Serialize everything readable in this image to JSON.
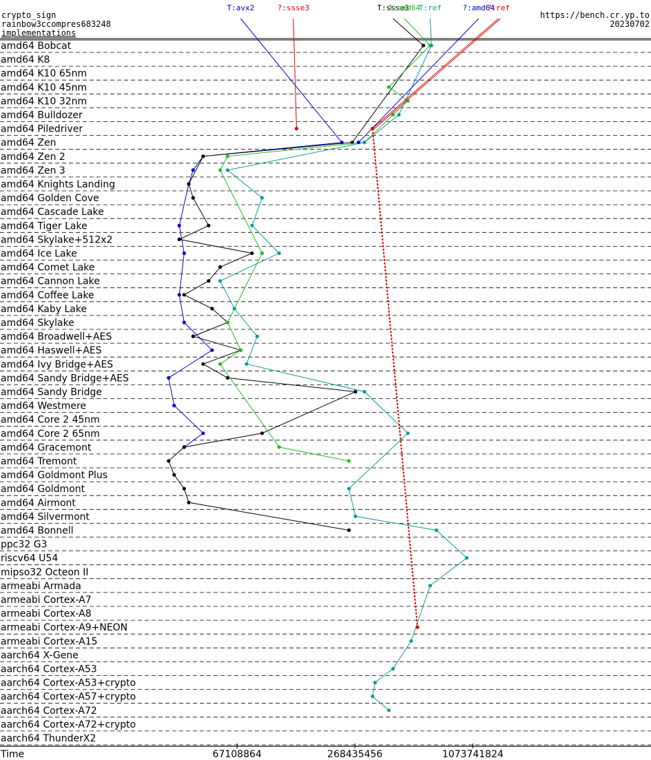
{
  "header": {
    "line1": "crypto_sign",
    "line2": "rainbow3ccompres683248",
    "line3": "implementations",
    "site": "https://bench.cr.yp.to",
    "date": "20230702"
  },
  "colors": {
    "avx2": "#0000cc",
    "ssse3_q": "#dd0000",
    "ssse3": "#000000",
    "amd64": "#22bb22",
    "ref": "#119999",
    "amd64_q": "#0000cc",
    "ref_q": "#dd0000"
  },
  "chart_data": {
    "type": "line",
    "orientation": "horizontal",
    "xlabel": "Time",
    "x_scale": "log2",
    "xlim": [
      4194304,
      8589934592
    ],
    "x_ticks": [
      67108864,
      268435456,
      1073741824
    ],
    "x_tick_labels": [
      "67108864",
      "268435456",
      "1073741824"
    ],
    "categories": [
      "amd64 Bobcat",
      "amd64 K8",
      "amd64 K10 65nm",
      "amd64 K10 45nm",
      "amd64 K10 32nm",
      "amd64 Bulldozer",
      "amd64 Piledriver",
      "amd64 Zen",
      "amd64 Zen 2",
      "amd64 Zen 3",
      "amd64 Knights Landing",
      "amd64 Golden Cove",
      "amd64 Cascade Lake",
      "amd64 Tiger Lake",
      "amd64 Skylake+512x2",
      "amd64 Ice Lake",
      "amd64 Comet Lake",
      "amd64 Cannon Lake",
      "amd64 Coffee Lake",
      "amd64 Kaby Lake",
      "amd64 Skylake",
      "amd64 Broadwell+AES",
      "amd64 Haswell+AES",
      "amd64 Ivy Bridge+AES",
      "amd64 Sandy Bridge+AES",
      "amd64 Sandy Bridge",
      "amd64 Westmere",
      "amd64 Core 2 45nm",
      "amd64 Core 2 65nm",
      "amd64 Gracemont",
      "amd64 Tremont",
      "amd64 Goldmont Plus",
      "amd64 Goldmont",
      "amd64 Airmont",
      "amd64 Silvermont",
      "amd64 Bonnell",
      "ppc32 G3",
      "riscv64 U54",
      "mipso32 Octeon II",
      "armeabi Armada",
      "armeabi Cortex-A7",
      "armeabi Cortex-A8",
      "armeabi Cortex-A9+NEON",
      "armeabi Cortex-A15",
      "aarch64 X-Gene",
      "aarch64 Cortex-A53",
      "aarch64 Cortex-A53+crypto",
      "aarch64 Cortex-A57+crypto",
      "aarch64 Cortex-A72",
      "aarch64 Cortex-A72+crypto",
      "aarch64 ThunderX2"
    ],
    "series": [
      {
        "name": "T:avx2",
        "color": "#0000cc",
        "legend_x": 70000000,
        "points": [
          [
            230000000,
            7
          ],
          [
            45000000,
            8
          ],
          [
            40000000,
            9
          ],
          [
            38000000,
            10
          ],
          [
            34000000,
            13
          ],
          [
            36000000,
            15
          ],
          [
            34000000,
            18
          ],
          [
            36000000,
            20
          ],
          [
            50000000,
            22
          ],
          [
            30000000,
            24
          ],
          [
            32000000,
            26
          ],
          [
            45000000,
            28
          ],
          [
            36000000,
            29
          ]
        ]
      },
      {
        "name": "?:ssse3",
        "color": "#dd0000",
        "legend_x": 130000000,
        "points": [
          [
            135000000,
            6
          ]
        ]
      },
      {
        "name": "T:ssse3",
        "color": "#000000",
        "legend_x": 420000000,
        "points": [
          [
            600000000,
            0
          ],
          [
            260000000,
            7
          ],
          [
            45000000,
            8
          ],
          [
            38000000,
            10
          ],
          [
            40000000,
            11
          ],
          [
            48000000,
            13
          ],
          [
            34000000,
            14
          ],
          [
            80000000,
            15
          ],
          [
            55000000,
            16
          ],
          [
            48000000,
            17
          ],
          [
            36000000,
            18
          ],
          [
            50000000,
            19
          ],
          [
            60000000,
            20
          ],
          [
            40000000,
            21
          ],
          [
            70000000,
            22
          ],
          [
            45000000,
            23
          ],
          [
            60000000,
            24
          ],
          [
            270000000,
            25
          ],
          [
            90000000,
            28
          ],
          [
            36000000,
            29
          ],
          [
            30000000,
            30
          ],
          [
            32000000,
            31
          ],
          [
            36000000,
            32
          ],
          [
            38000000,
            33
          ],
          [
            250000000,
            35
          ]
        ]
      },
      {
        "name": "T:amd64",
        "color": "#22bb22",
        "legend_x": 480000000,
        "points": [
          [
            650000000,
            0
          ],
          [
            400000000,
            3
          ],
          [
            500000000,
            4
          ],
          [
            420000000,
            5
          ],
          [
            300000000,
            7
          ],
          [
            60000000,
            8
          ],
          [
            55000000,
            9
          ],
          [
            90000000,
            15
          ],
          [
            60000000,
            20
          ],
          [
            70000000,
            22
          ],
          [
            55000000,
            23
          ],
          [
            110000000,
            29
          ],
          [
            250000000,
            30
          ]
        ]
      },
      {
        "name": "T:ref",
        "color": "#119999",
        "legend_x": 650000000,
        "points": [
          [
            660000000,
            0
          ],
          [
            450000000,
            5
          ],
          [
            300000000,
            7
          ],
          [
            60000000,
            9
          ],
          [
            90000000,
            11
          ],
          [
            80000000,
            13
          ],
          [
            110000000,
            15
          ],
          [
            55000000,
            17
          ],
          [
            65000000,
            19
          ],
          [
            85000000,
            21
          ],
          [
            75000000,
            23
          ],
          [
            300000000,
            25
          ],
          [
            500000000,
            28
          ],
          [
            250000000,
            32
          ],
          [
            270000000,
            34
          ],
          [
            700000000,
            35
          ],
          [
            1000000000,
            37
          ],
          [
            650000000,
            39
          ],
          [
            520000000,
            43
          ],
          [
            420000000,
            45
          ],
          [
            340000000,
            46
          ],
          [
            330000000,
            47
          ],
          [
            400000000,
            48
          ]
        ]
      },
      {
        "name": "?:amd64",
        "color": "#0000cc",
        "legend_x": 1150000000,
        "points": [
          [
            280000000,
            7
          ]
        ]
      },
      {
        "name": "?:ref",
        "color": "#dd0000",
        "legend_x": 1450000000,
        "points": [
          [
            330000000,
            6
          ],
          [
            560000000,
            42
          ]
        ]
      }
    ]
  }
}
